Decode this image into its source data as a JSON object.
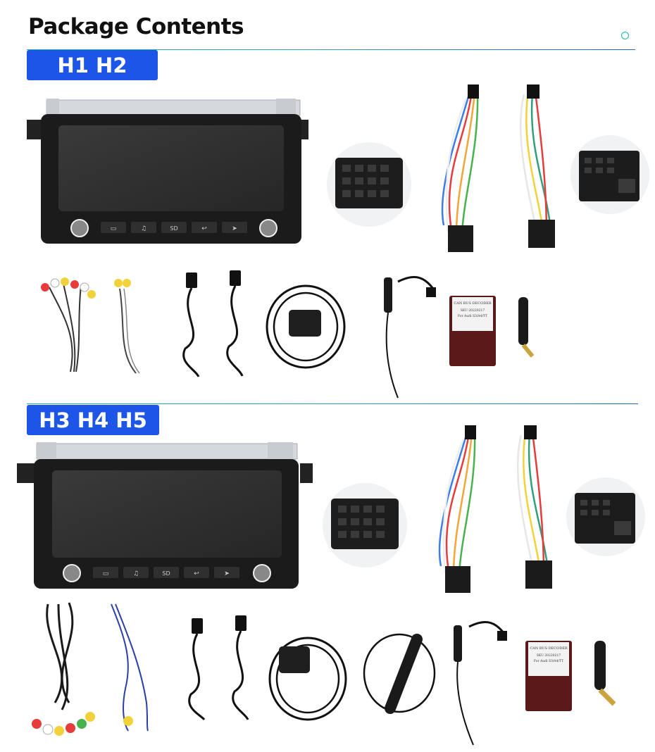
{
  "page": {
    "title": "Package Contents"
  },
  "sections": [
    {
      "label": "H1 H2"
    },
    {
      "label": "H3 H4 H5"
    }
  ],
  "head_unit": {
    "buttons": [
      "SD"
    ],
    "icons": [
      "map-icon",
      "music-icon",
      "back-icon",
      "navigation-icon"
    ]
  },
  "can_decoder": {
    "line1": "CAN BUS DECODER",
    "line2": "SKU 20220217",
    "line3": "For Audi S3/A4/TT"
  },
  "colors": {
    "accent": "#1d55e6",
    "divider": "#1fb59c",
    "device": "#1b1b1b"
  }
}
